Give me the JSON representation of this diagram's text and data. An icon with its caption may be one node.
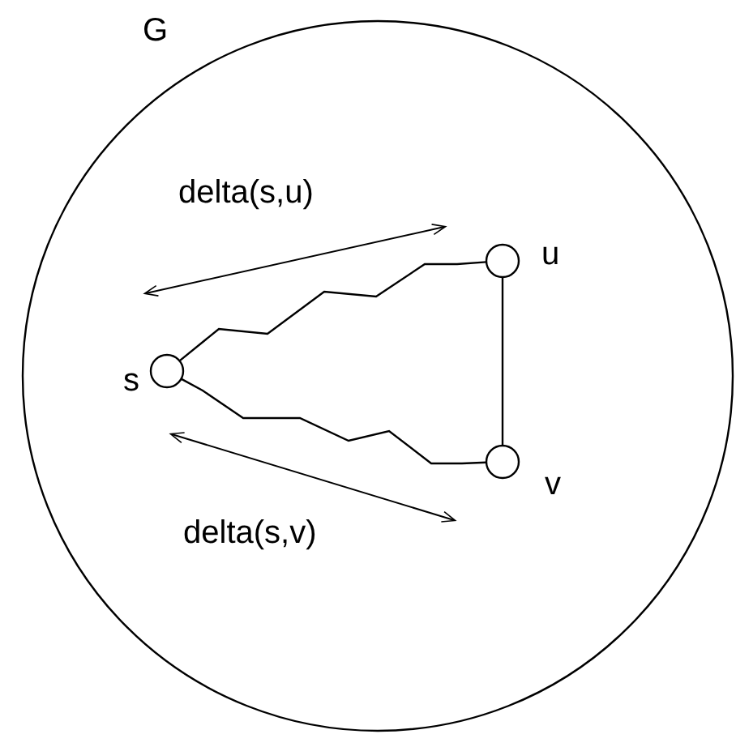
{
  "diagram": {
    "nodes": [
      {
        "text": [
          "G"
        ]
      },
      {
        "text": [
          "s"
        ],
        "in": 0
      },
      {
        "text": [
          "u"
        ],
        "in": 0
      },
      {
        "text": [
          "v"
        ],
        "in": 0
      }
    ],
    "edges": [
      {
        "from": 1,
        "to": 2,
        "arrow": "none"
      },
      {
        "from": 1,
        "to": 3,
        "arrow": "none"
      },
      {
        "from": 2,
        "to": 3,
        "arrow": "none"
      }
    ],
    "labels": [
      "delta(s,u)",
      "delta(s,v)"
    ]
  }
}
